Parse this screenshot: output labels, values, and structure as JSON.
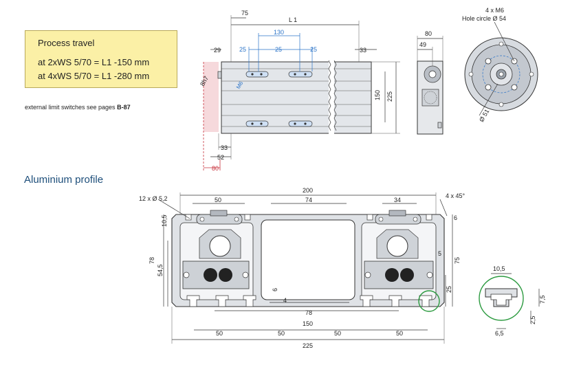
{
  "process_travel": {
    "title": "Process travel",
    "line1": "at 2xWS 5/70 = L1 -150 mm",
    "line2": "at 4xWS 5/70 = L1 -280 mm"
  },
  "note": {
    "text": "external limit switches see pages",
    "page_ref": "B-87"
  },
  "profile_title": "Aluminium profile",
  "top_view_dims": {
    "d75": "75",
    "l1": "L 1",
    "d130": "130",
    "d25a": "25",
    "d25b": "25",
    "d25c": "25",
    "d29": "29",
    "d33_right": "33",
    "d8h7": "8h7",
    "m6": "M6",
    "d150": "150",
    "d225": "225",
    "d33_bottom": "33",
    "d52": "52",
    "d80_red": "80"
  },
  "end_view_dims": {
    "d80": "80",
    "d49": "49"
  },
  "flange_dims": {
    "m6_label": "4 x M6",
    "hole_circle": "Hole circle Ø 54",
    "d51": "Ø 51"
  },
  "profile_dims": {
    "holes": "12 x Ø 5,2",
    "d200": "200",
    "chamfer": "4 x 45°",
    "d50_top": "50",
    "d74": "74",
    "d34": "34",
    "d10_5": "10,5",
    "d6_right": "6",
    "d78": "78",
    "d54_5": "54,5",
    "d5": "5",
    "d75": "75",
    "d25": "25",
    "d6_inner": "6",
    "d4": "4",
    "d78_inner": "78",
    "d150": "150",
    "d50_1": "50",
    "d50_2": "50",
    "d50_3": "50",
    "d50_4": "50",
    "d225": "225"
  },
  "slot_detail_dims": {
    "d10_5": "10,5",
    "d7_5": "7,5",
    "d2_5": "2,5",
    "d6_5": "6,5"
  }
}
